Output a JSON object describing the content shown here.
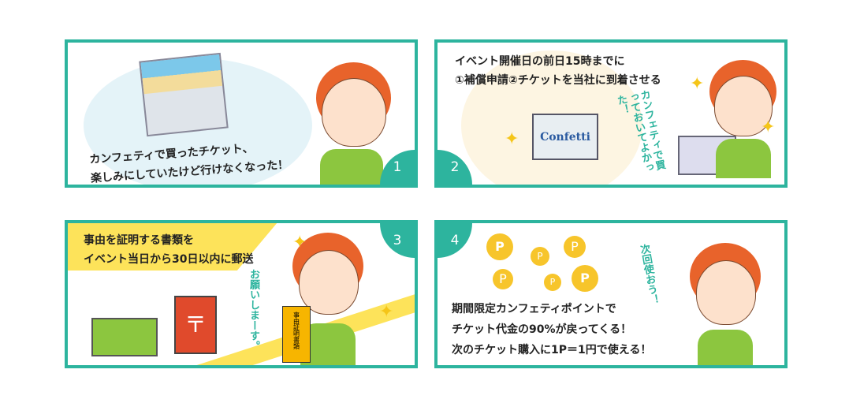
{
  "panels": [
    {
      "number": "1",
      "text": [
        "カンフェティで買ったチケット、",
        "楽しみにしていたけど行けなくなった！"
      ]
    },
    {
      "number": "2",
      "text": [
        "イベント開催日の前日15時までに",
        "①補償申請②チケットを当社に到着させる"
      ],
      "speech": "カンフェティで買っておいてよかった！",
      "laptop_logo": "Confetti"
    },
    {
      "number": "3",
      "text": [
        "事由を証明する書類を",
        "イベント当日から30日以内に郵送"
      ],
      "speech": "お願いしまーす。",
      "document_label": "事由証明書類"
    },
    {
      "number": "4",
      "text": [
        "期間限定カンフェティポイントで",
        "チケット代金の90%が戻ってくる！",
        "次のチケット購入に1P＝1円で使える！"
      ],
      "speech": "次回使おう！",
      "coin_label": "P"
    }
  ],
  "colors": {
    "border": "#2db49e",
    "hair": "#e8632b",
    "apron": "#8cc63f",
    "accent": "#f5c518"
  }
}
